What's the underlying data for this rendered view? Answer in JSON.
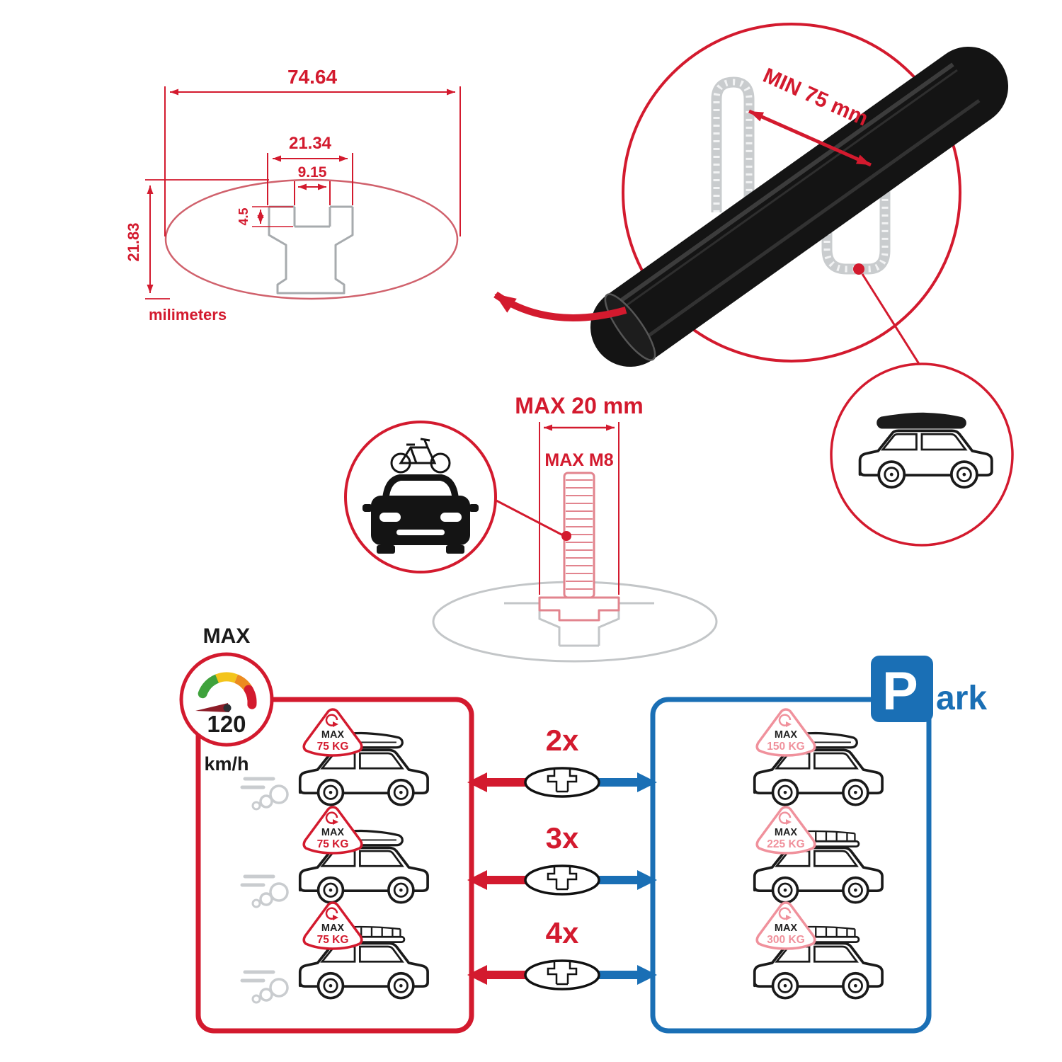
{
  "colors": {
    "red": "#d31a2e",
    "blue": "#1a6fb5",
    "pink": "#f0919c",
    "gray_ghost": "#c3c6c8",
    "bar_black": "#141414"
  },
  "dimension_diagram": {
    "total_width": "74.64",
    "channel_width": "21.34",
    "slot_width": "9.15",
    "slot_depth": "4.5",
    "bar_height": "21.83",
    "units_label": "milimeters"
  },
  "bar_detail": {
    "min_span_label": "MIN 75 mm"
  },
  "bolt_detail": {
    "max_width_label": "MAX 20 mm",
    "max_thread_label": "MAX M8"
  },
  "speed_limit": {
    "title": "MAX",
    "value": "120",
    "unit": "km/h"
  },
  "park_sign": {
    "letter": "P",
    "suffix": "ark"
  },
  "comparison_rows": [
    {
      "multiplier": "2x",
      "driving": {
        "label": "MAX",
        "weight": "75 KG"
      },
      "parked": {
        "label": "MAX",
        "weight": "150 KG"
      }
    },
    {
      "multiplier": "3x",
      "driving": {
        "label": "MAX",
        "weight": "75 KG"
      },
      "parked": {
        "label": "MAX",
        "weight": "225 KG"
      }
    },
    {
      "multiplier": "4x",
      "driving": {
        "label": "MAX",
        "weight": "75 KG"
      },
      "parked": {
        "label": "MAX",
        "weight": "300 KG"
      }
    }
  ]
}
